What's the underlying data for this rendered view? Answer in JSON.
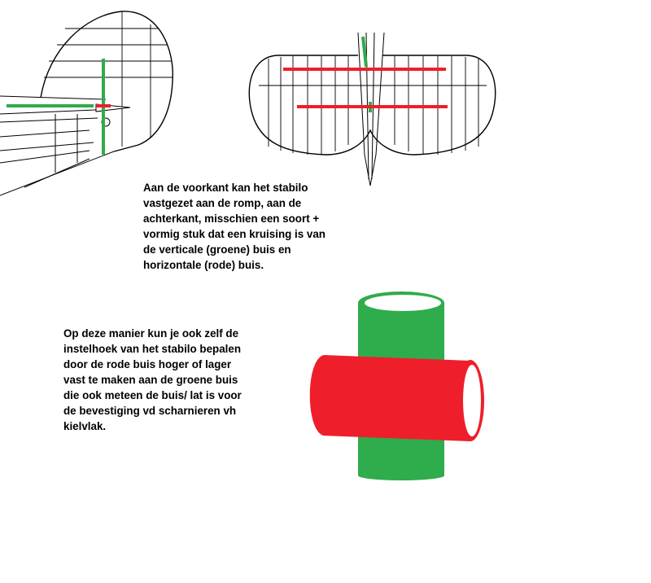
{
  "colors": {
    "green_tube": "#2fac4b",
    "red_tube": "#ee1f2a",
    "outline": "#000000",
    "background": "#ffffff"
  },
  "note_top": {
    "lines": [
      "Aan de voorkant kan het stabilo",
      "vastgezet aan de romp, aan de",
      "achterkant, misschien een soort +",
      "vormig stuk dat een kruising is van",
      "de verticale (groene) buis en",
      "horizontale (rode) buis."
    ]
  },
  "note_bottom": {
    "lines": [
      "Op deze manier kun je ook zelf de",
      "instelhoek van het stabilo bepalen",
      "door de rode buis hoger of lager",
      "vast te maken aan de groene buis",
      "die ook meteen de buis/ lat is voor",
      "de bevestiging vd scharnieren vh",
      "kielvlak."
    ]
  }
}
